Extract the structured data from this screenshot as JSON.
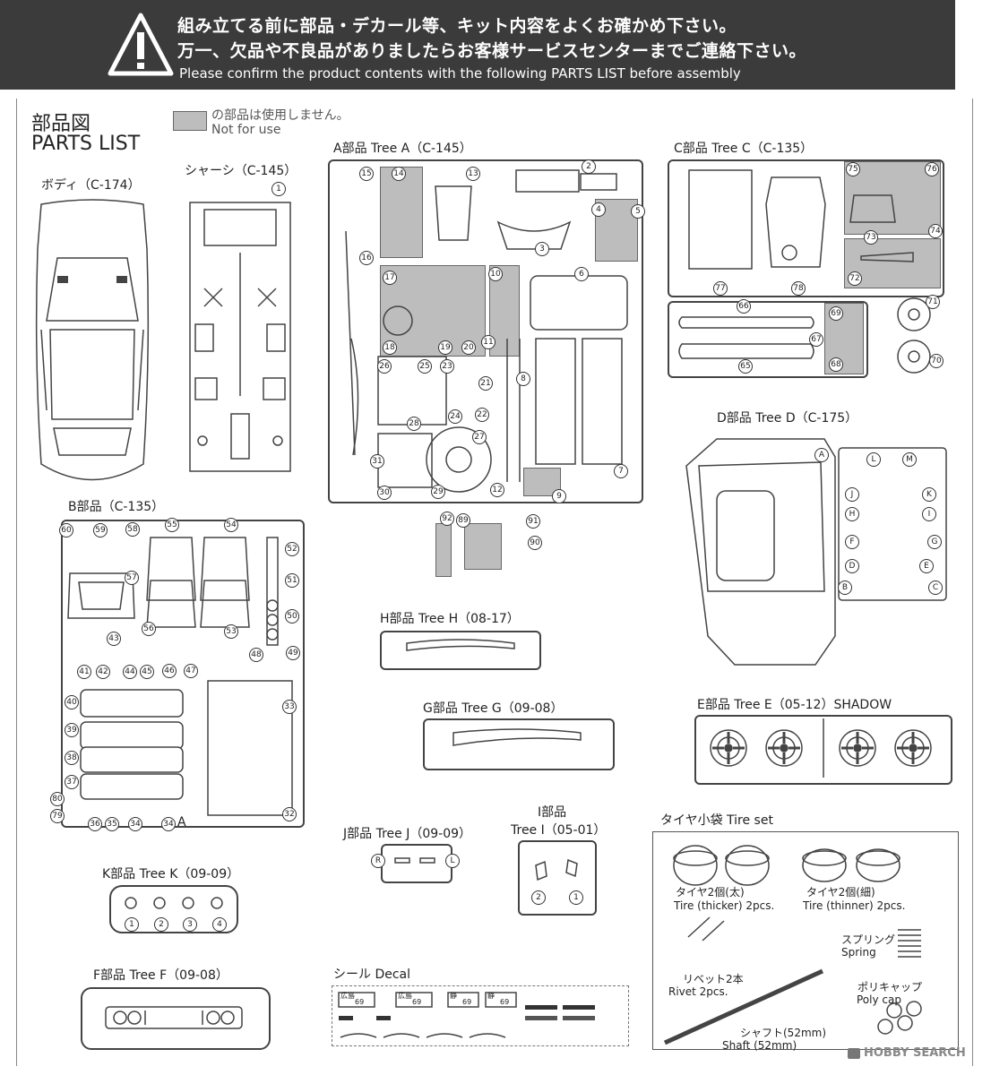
{
  "warning": {
    "jp_line1": "組み立てる前に部品・デカール等、キット内容をよくお確かめ下さい。",
    "jp_line2": "万一、欠品や不良品がありましたらお客様サービスセンターまでご連絡下さい。",
    "en_line": "Please confirm the product contents with the following PARTS LIST before assembly"
  },
  "header": {
    "title_jp": "部品図",
    "title_en": "PARTS LIST",
    "legend_jp": "の部品は使用しません。",
    "legend_en": "Not for use"
  },
  "sections": {
    "body": "ボディ（C-174）",
    "chassis": "シャーシ（C-145）",
    "tree_a": "A部品 Tree A（C-145）",
    "tree_b": "B部品（C-135）",
    "tree_c": "C部品 Tree C（C-135）",
    "tree_d": "D部品 Tree D（C-175）",
    "tree_e": "E部品 Tree E（05-12）SHADOW",
    "tree_f": "F部品 Tree F（09-08）",
    "tree_g": "G部品 Tree G（09-08）",
    "tree_h": "H部品 Tree H（08-17）",
    "tree_i_jp": "I部品",
    "tree_i": "Tree I（05-01）",
    "tree_j": "J部品 Tree J（09-09）",
    "tree_k": "K部品 Tree K（09-09）",
    "decal": "シール Decal",
    "tire_set": "タイヤ小袋 Tire set"
  },
  "tire_set": {
    "thick_jp": "タイヤ2個(太)",
    "thick_en": "Tire (thicker) 2pcs.",
    "thin_jp": "タイヤ2個(細)",
    "thin_en": "Tire (thinner) 2pcs.",
    "spring_jp": "スプリング",
    "spring_en": "Spring",
    "rivet_jp": "リベット2本",
    "rivet_en": "Rivet 2pcs.",
    "polycap_jp": "ポリキャップ",
    "polycap_en": "Poly cap",
    "shaft_jp": "シャフト(52mm)",
    "shaft_en": "Shaft (52mm)"
  },
  "watermark": "HOBBY SEARCH",
  "part_numbers": {
    "chassis": [
      "1"
    ],
    "tree_a": [
      "2",
      "3",
      "4",
      "5",
      "6",
      "7",
      "8",
      "9",
      "10",
      "11",
      "12",
      "13",
      "14",
      "15",
      "16",
      "17",
      "18",
      "19",
      "20",
      "21",
      "22",
      "23",
      "24",
      "25",
      "26",
      "27",
      "28",
      "29",
      "30",
      "31"
    ],
    "tree_a_ext": [
      "92",
      "89",
      "91",
      "90"
    ],
    "tree_b": [
      "60",
      "59",
      "58",
      "55",
      "54",
      "57",
      "56",
      "53",
      "52",
      "51",
      "50",
      "49",
      "48",
      "47",
      "46",
      "45",
      "44",
      "43",
      "42",
      "41",
      "40",
      "39",
      "38",
      "37",
      "36",
      "35",
      "34",
      "34",
      "33",
      "32",
      "80",
      "79"
    ],
    "tree_b_letter": "A",
    "tree_c": [
      "75",
      "76",
      "74",
      "73",
      "72",
      "71",
      "70",
      "69",
      "67",
      "68",
      "66",
      "65",
      "77",
      "78"
    ],
    "tree_d_letters": [
      "A",
      "L",
      "M",
      "J",
      "K",
      "H",
      "I",
      "F",
      "G",
      "D",
      "E",
      "B",
      "C"
    ],
    "tree_i": [
      "2",
      "1"
    ],
    "tree_j": [
      "R",
      "L"
    ],
    "tree_k": [
      "1",
      "2",
      "3",
      "4"
    ]
  },
  "decal_items": {
    "plate_texts": [
      "広島",
      "69",
      "広島",
      "69",
      "静",
      "69",
      "静",
      "69"
    ]
  }
}
